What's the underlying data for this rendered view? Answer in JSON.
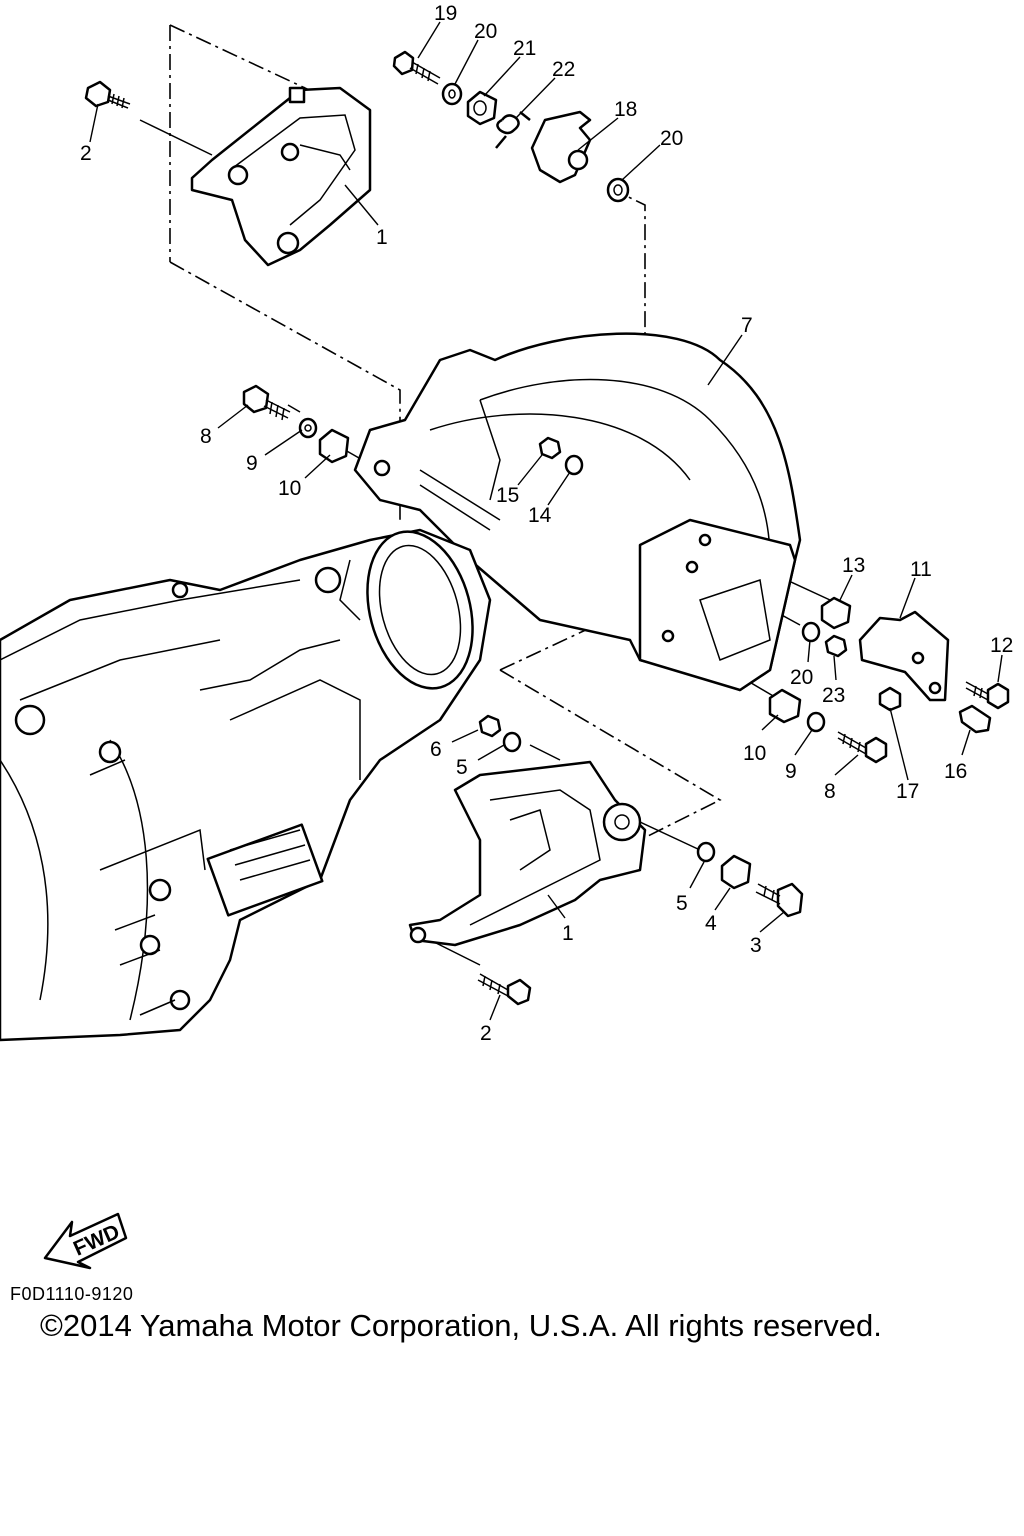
{
  "diagram": {
    "callouts": [
      {
        "id": "c19",
        "text": "19"
      },
      {
        "id": "c20a",
        "text": "20"
      },
      {
        "id": "c21",
        "text": "21"
      },
      {
        "id": "c22",
        "text": "22"
      },
      {
        "id": "c18",
        "text": "18"
      },
      {
        "id": "c20b",
        "text": "20"
      },
      {
        "id": "c2a",
        "text": "2"
      },
      {
        "id": "c1a",
        "text": "1"
      },
      {
        "id": "c7",
        "text": "7"
      },
      {
        "id": "c8a",
        "text": "8"
      },
      {
        "id": "c9a",
        "text": "9"
      },
      {
        "id": "c10a",
        "text": "10"
      },
      {
        "id": "c15",
        "text": "15"
      },
      {
        "id": "c14",
        "text": "14"
      },
      {
        "id": "c13",
        "text": "13"
      },
      {
        "id": "c11",
        "text": "11"
      },
      {
        "id": "c12",
        "text": "12"
      },
      {
        "id": "c20c",
        "text": "20"
      },
      {
        "id": "c23",
        "text": "23"
      },
      {
        "id": "c10b",
        "text": "10"
      },
      {
        "id": "c9b",
        "text": "9"
      },
      {
        "id": "c8b",
        "text": "8"
      },
      {
        "id": "c17",
        "text": "17"
      },
      {
        "id": "c16",
        "text": "16"
      },
      {
        "id": "c6",
        "text": "6"
      },
      {
        "id": "c5a",
        "text": "5"
      },
      {
        "id": "c5b",
        "text": "5"
      },
      {
        "id": "c4",
        "text": "4"
      },
      {
        "id": "c3",
        "text": "3"
      },
      {
        "id": "c1b",
        "text": "1"
      },
      {
        "id": "c2b",
        "text": "2"
      }
    ],
    "fwd_label": "FWD",
    "code": "F0D1110-9120",
    "copyright": "©2014 Yamaha Motor Corporation, U.S.A. All rights reserved."
  }
}
